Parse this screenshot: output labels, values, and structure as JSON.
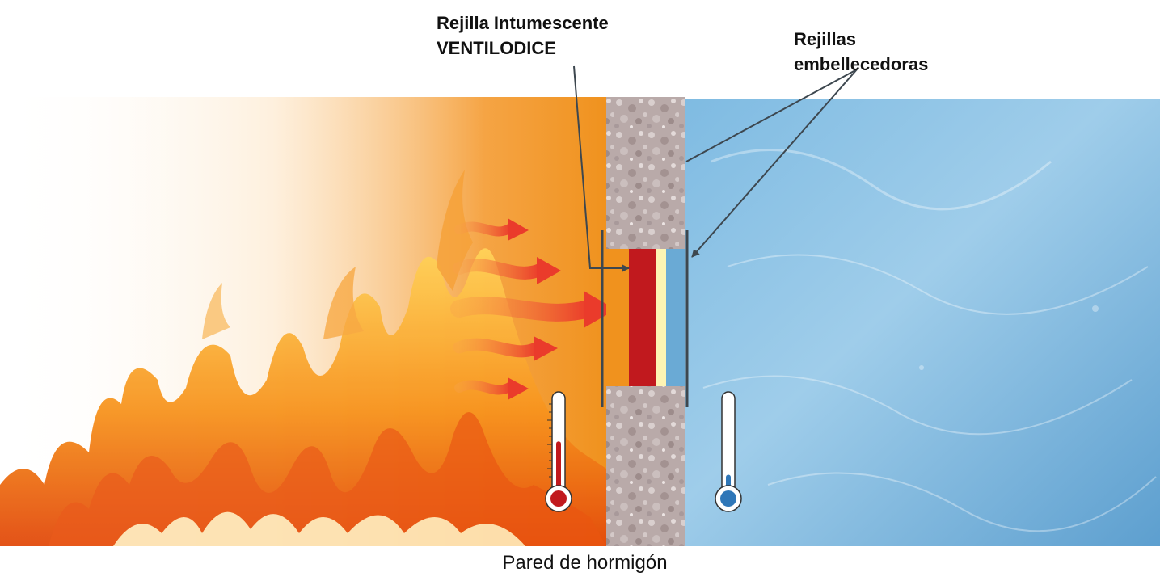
{
  "labels": {
    "grille_line1": "Rejilla Intumescente",
    "grille_line2": "VENTILODICE",
    "decor_line1": "Rejillas",
    "decor_line2": "embellecedoras",
    "wall": "Pared de hormigón"
  },
  "colors": {
    "fire_orange": "#f0921e",
    "intumescent_red": "#c1191e",
    "cool_blue": "#6aaad5",
    "concrete": "#b9aaa9",
    "frame_dark": "#3d474f"
  },
  "thermometers": {
    "hot_level": 0.55,
    "cold_level": 0.22
  }
}
